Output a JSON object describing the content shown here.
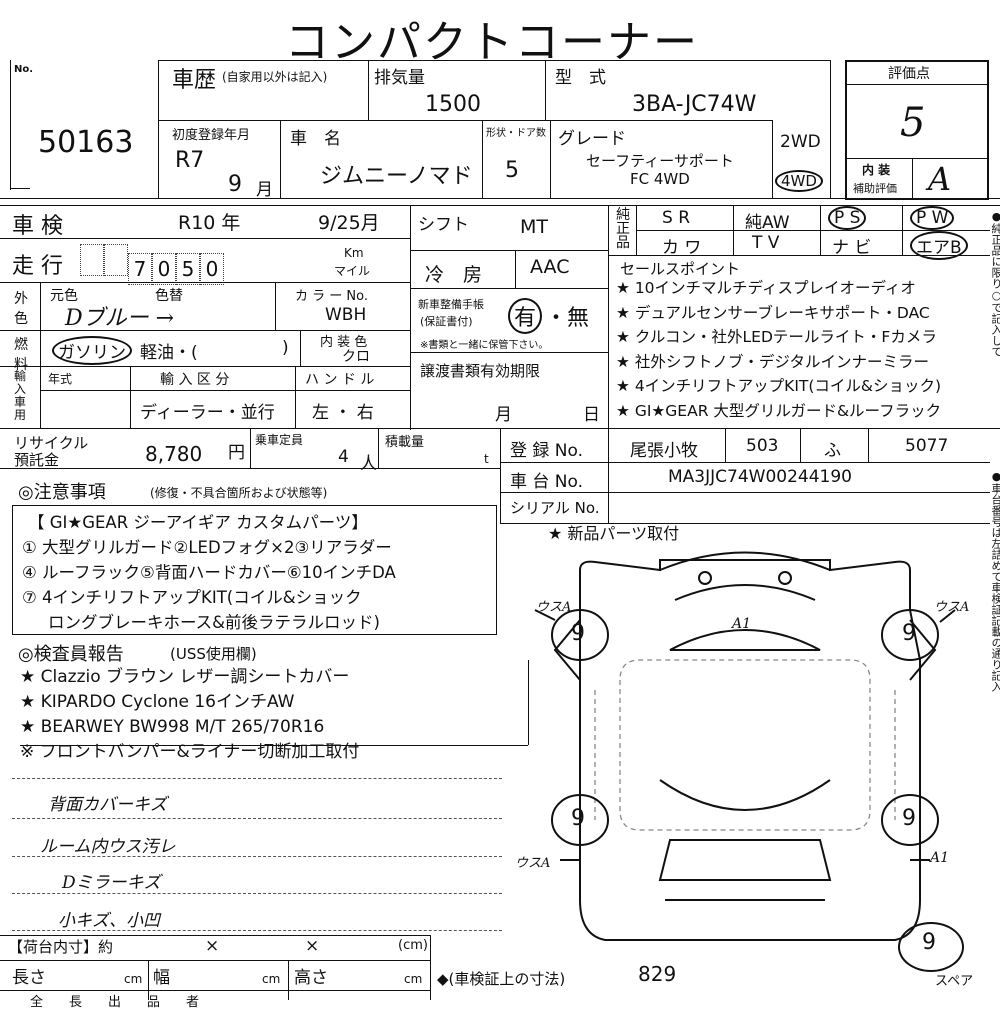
{
  "title": "コンパクトコーナー",
  "lot": {
    "label": "No.",
    "number": "50163"
  },
  "history": {
    "label": "車歴",
    "sub": "(自家用以外は記入)"
  },
  "displacement": {
    "label": "排気量",
    "value": "1500"
  },
  "model": {
    "label": "型　式",
    "value": "3BA-JC74W"
  },
  "score": {
    "label": "評価点",
    "value": "5"
  },
  "first_reg": {
    "label": "初度登録年月",
    "year": "R7",
    "month": "9",
    "month_unit": "月"
  },
  "car_name": {
    "label": "車　名",
    "value": "ジムニーノマド"
  },
  "doors": {
    "label": "形状・ドア数",
    "value": "5"
  },
  "grade": {
    "label": "グレード",
    "line1": "セーフティーサポート",
    "line2": "FC 4WD"
  },
  "drive": {
    "two": "2WD",
    "four": "4WD"
  },
  "interior": {
    "label1": "内 装",
    "label2": "補助評価",
    "value": "A"
  },
  "shaken": {
    "label": "車 検",
    "era": "R10 年",
    "date": "9/25月"
  },
  "mileage": {
    "label": "走 行",
    "digits": [
      "",
      "",
      "7",
      "0",
      "5",
      "0"
    ],
    "unit1": "Km",
    "unit2": "マイル"
  },
  "shift": {
    "label": "シフト",
    "value": "MT"
  },
  "ac": {
    "label": "冷　房",
    "value": "AAC"
  },
  "equipment": {
    "label": "純正品",
    "items": [
      "S R",
      "純AW",
      "P S",
      "P W",
      "カ ワ",
      "T V",
      "ナ ビ",
      "エアB"
    ]
  },
  "color": {
    "section": "外色",
    "orig_label": "元色",
    "change_label": "色替",
    "orig_value": "Dブルー →",
    "code_label": "カ ラ ー No.",
    "code_value": "WBH"
  },
  "fuel": {
    "label": "燃料",
    "gas": "ガソリン",
    "diesel": "軽油・(",
    "close": ")"
  },
  "interior_color": {
    "label": "内 装 色",
    "value": "クロ"
  },
  "maintenance": {
    "label1": "新車整備手帳",
    "label2": "(保証書付)",
    "yes": "有",
    "no": "・無",
    "note": "※書類と一緒に保管下さい。"
  },
  "sales_points": {
    "label": "セールスポイント",
    "items": [
      "★ 10インチマルチディスプレイオーディオ",
      "★ デュアルセンサーブレーキサポート・DAC",
      "★ クルコン・社外LEDテールライト・Fカメラ",
      "★ 社外シフトノブ・デジタルインナーミラー",
      "★ 4インチリフトアップKIT(コイル&ショック)",
      "★ GI★GEAR 大型グリルガード&ルーフラック"
    ]
  },
  "import": {
    "label": "輸入車用",
    "year": "年式",
    "class_label": "輸 入 区 分",
    "class_value": "ディーラー・並行",
    "handle_label": "ハ ン ド ル",
    "handle_value": "左 ・ 右"
  },
  "transfer": {
    "label": "譲渡書類有効期限",
    "month": "月",
    "day": "日"
  },
  "recycle": {
    "label1": "リサイクル",
    "label2": "預託金",
    "value": "8,780",
    "unit": "円",
    "cap_label": "乗車定員",
    "cap_value": "4",
    "cap_unit": "人",
    "load_label": "積載量",
    "load_unit": "t"
  },
  "registration": {
    "label": "登 録 No.",
    "place": "尾張小牧",
    "class": "503",
    "kana": "ふ",
    "number": "5077"
  },
  "chassis": {
    "label": "車 台 No.",
    "value": "MA3JJC74W00244190"
  },
  "serial": {
    "label": "シリアル No."
  },
  "notes": {
    "header": "◎注意事項",
    "header_sub": "(修復・不具合箇所および状態等)",
    "lines": [
      "【 GI★GEAR ジーアイギア カスタムパーツ】",
      "① 大型グリルガード②LEDフォグ×2③リアラダー",
      "④ ルーフラック⑤背面ハードカバー⑥10インチDA",
      "⑦ 4インチリフトアップKIT(コイル&ショック",
      "ロングブレーキホース&前後ラテラルロッド)"
    ]
  },
  "inspector": {
    "header": "◎検査員報告",
    "header_sub": "(USS使用欄)",
    "lines": [
      "★ Clazzio ブラウン レザー調シートカバー",
      "★ KIPARDO Cyclone 16インチAW",
      "★ BEARWEY BW998 M/T 265/70R16",
      "※ フロントバンパー&ライナー切断加工取付"
    ]
  },
  "handwritten": [
    "背面カバーキズ",
    "ルーム内ウス汚レ",
    "Dミラーキズ",
    "小キズ、小凹"
  ],
  "diagram": {
    "new_parts": "★ 新品パーツ取付",
    "tires": [
      "9",
      "9",
      "9",
      "9",
      "9"
    ],
    "marks": [
      "ウスA",
      "ウスA",
      "A1",
      "ウスA",
      "A1"
    ],
    "spare": "スペア"
  },
  "cargo": {
    "label": "【荷台内寸】約",
    "x1": "×",
    "x2": "×",
    "unit": "(cm)",
    "length": "長さ",
    "width": "幅",
    "height": "高さ",
    "cm": "cm"
  },
  "shaken_dims": {
    "label": "◆(車検証上の寸法)",
    "value": "829"
  },
  "side_text": [
    "●純正品に限り○で記入して",
    "●車台番号は左詰めて車検証記載の通り記入"
  ],
  "bottom": {
    "text": "全　　長　　出　　品　　者"
  }
}
